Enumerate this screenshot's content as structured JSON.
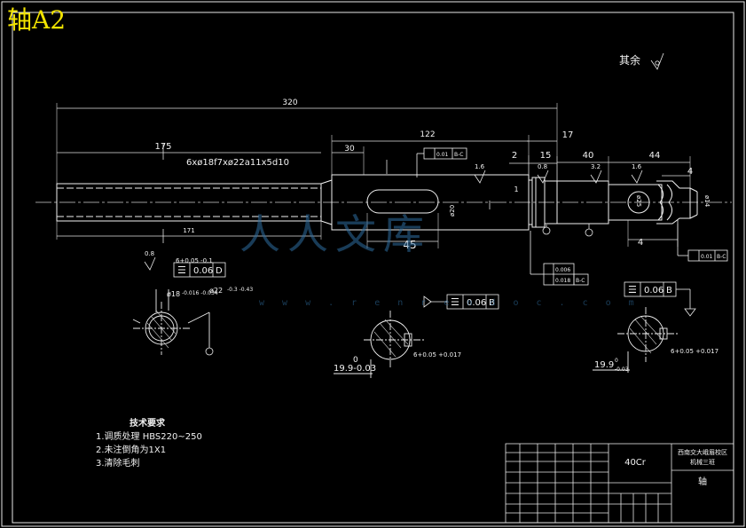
{
  "drawing_title": "轴A2",
  "surface_note": "其余",
  "watermark": {
    "text": "人人文库",
    "url": "w w w . r e n r e n d o c . c o m"
  },
  "dimensions": {
    "overall": "320",
    "left_len": "175",
    "spline": "6xø18f7xø22a11x5d10",
    "spline_len": "171",
    "seg_30": "30",
    "seg_122": "122",
    "seg_17": "17",
    "seg_2": "2",
    "seg_15": "15",
    "seg_40": "40",
    "seg_44": "44",
    "seg_4a": "4",
    "seg_4b": "4",
    "seg_45": "45",
    "seg_1": "1",
    "dia_right": "ø14",
    "dia_mid": "ø25",
    "dia_key": "ø20"
  },
  "roughness": {
    "r1": "1.6",
    "r2": "0.8",
    "r3": "3.2",
    "r4": "1.6",
    "r5": "0.8"
  },
  "tolerances": {
    "t1": "0.01",
    "t1_ref": "B-C",
    "t2a": "0.006",
    "t2b": "0.018",
    "t2_ref": "B-C",
    "t3": "0.01",
    "t3_ref": "B-C",
    "sym1": "0.06",
    "sym1_ref": "D",
    "sym2": "0.06",
    "sym2_ref": "B",
    "sym3": "0.06",
    "sym3_ref": "B"
  },
  "section_views": {
    "s1_fit": "6+0.05 -0.1",
    "s1_d1": "ø18",
    "s1_d1_tol": "-0.016 -0.034",
    "s1_d2": "ø22",
    "s1_d2_tol": "-0.3 -0.43",
    "s2_dim": "19.9-0.03",
    "s2_dim_top": "0",
    "s2_fit": "6+0.05 +0.017",
    "s3_dim": "19.9",
    "s3_dim_sup": "0",
    "s3_dim_sub": "-0.03",
    "s3_fit": "6+0.05 +0.017"
  },
  "tech_requirements": {
    "title": "技术要求",
    "items": [
      "1.调质处理 HBS220~250",
      "2.未注倒角为1X1",
      "3.清除毛刺"
    ]
  },
  "title_block": {
    "material": "40Cr",
    "school_line1": "西南交大峨眉校区",
    "school_line2": "机械三班",
    "part_name": "轴"
  }
}
